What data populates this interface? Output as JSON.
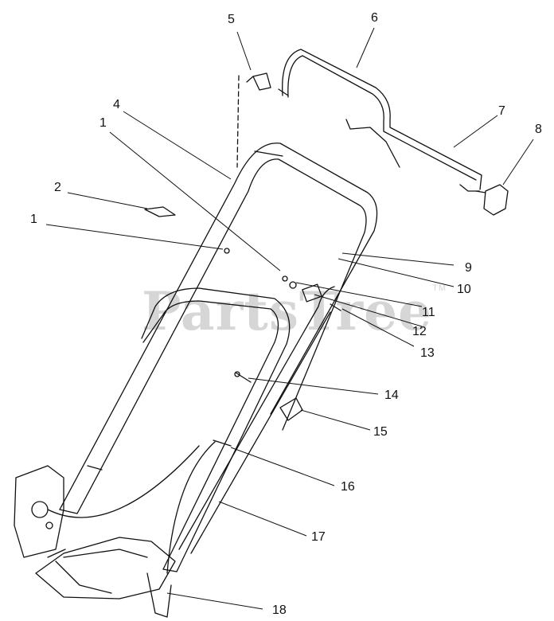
{
  "watermark": {
    "text": "PartsTree",
    "tm": "TM"
  },
  "callouts": [
    {
      "id": "c5",
      "label": "5"
    },
    {
      "id": "c6",
      "label": "6"
    },
    {
      "id": "c4",
      "label": "4"
    },
    {
      "id": "c1a",
      "label": "1"
    },
    {
      "id": "c7",
      "label": "7"
    },
    {
      "id": "c8",
      "label": "8"
    },
    {
      "id": "c2",
      "label": "2"
    },
    {
      "id": "c1b",
      "label": "1"
    },
    {
      "id": "c9",
      "label": "9"
    },
    {
      "id": "c10",
      "label": "10"
    },
    {
      "id": "c11",
      "label": "11"
    },
    {
      "id": "c12",
      "label": "12"
    },
    {
      "id": "c13",
      "label": "13"
    },
    {
      "id": "c14",
      "label": "14"
    },
    {
      "id": "c15",
      "label": "15"
    },
    {
      "id": "c16",
      "label": "16"
    },
    {
      "id": "c17",
      "label": "17"
    },
    {
      "id": "c18",
      "label": "18"
    }
  ]
}
